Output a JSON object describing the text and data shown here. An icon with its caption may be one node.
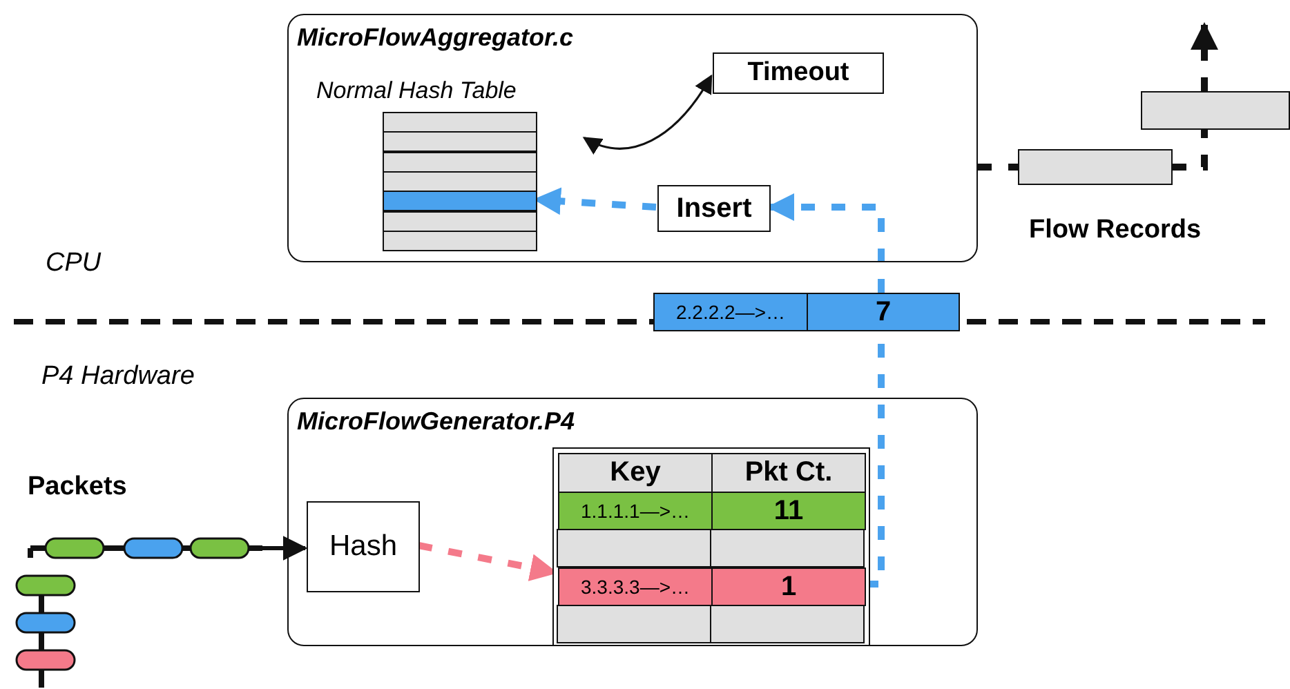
{
  "diagram": {
    "nodes": [
      {
        "text": [
          "MicroFlowAggregator.c"
        ]
      },
      {
        "text": [
          "Normal Hash Table"
        ],
        "in": 0
      },
      {
        "text": [],
        "shape": "bar",
        "in": 1
      },
      {
        "text": [
          "Timeout"
        ],
        "in": 0
      },
      {
        "text": [
          "Insert"
        ],
        "in": 0
      },
      {
        "text": [
          "2.2.2.2—>…",
          "7"
        ]
      },
      {
        "text": [],
        "shape": "bar"
      },
      {
        "text": [],
        "shape": "bar"
      },
      {
        "text": [
          "MicroFlowGenerator.P4"
        ]
      },
      {
        "text": [
          "Packets"
        ]
      },
      {
        "text": [
          "Hash"
        ],
        "in": 8
      },
      {
        "text": [],
        "shape": "table",
        "in": 8
      },
      {
        "text": [
          "Key",
          "Pkt Ct."
        ],
        "in": 11
      },
      {
        "text": [
          "1.1.1.1—>…",
          "11"
        ],
        "in": 11
      },
      {
        "text": [
          "3.3.3.3—>…",
          "1"
        ],
        "in": 11
      }
    ],
    "edges": [
      {
        "from": 3,
        "to": 1,
        "arrow": "both"
      },
      {
        "from": 4,
        "to": 2,
        "arrow": "to",
        "style": "dashed",
        "color": "#4aa2ee"
      },
      {
        "from": 5,
        "to": 4,
        "arrow": "to",
        "style": "dashed",
        "color": "#4aa2ee"
      },
      {
        "from": 14,
        "to": 5,
        "arrow": "none",
        "style": "dashed",
        "color": "#4aa2ee"
      },
      {
        "from": 0,
        "to": 6,
        "arrow": "none",
        "style": "dashed"
      },
      {
        "from": 6,
        "to": 7,
        "arrow": "none",
        "style": "dashed"
      },
      {
        "from": 7,
        "to": null,
        "arrow": "to",
        "style": "dashed"
      },
      {
        "from": 9,
        "to": 10,
        "arrow": "to"
      },
      {
        "from": 10,
        "to": 14,
        "arrow": "to",
        "style": "dashed",
        "color": "#f47a8a"
      }
    ],
    "labels": [
      "CPU",
      "P4 Hardware",
      "Flow Records"
    ]
  }
}
